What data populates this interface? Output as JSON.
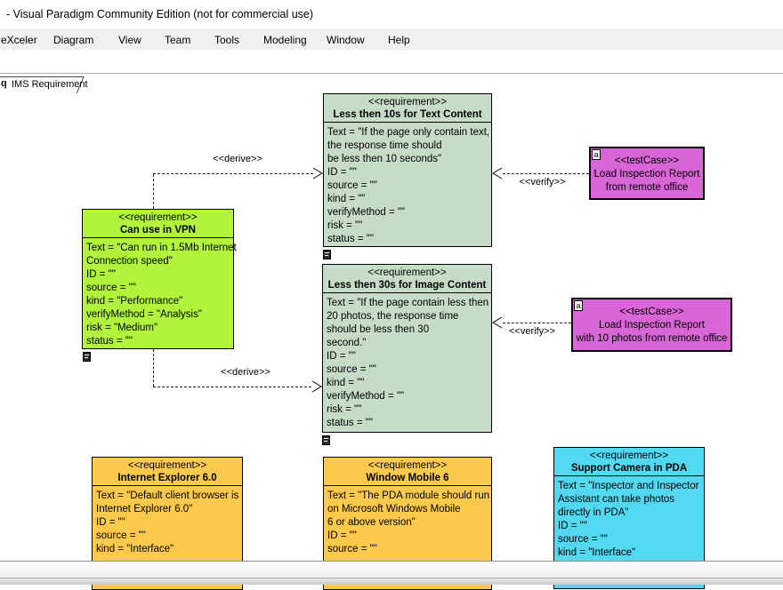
{
  "window": {
    "title": "- Visual Paradigm Community Edition (not for commercial use)"
  },
  "menu": {
    "items": [
      "eXceler",
      "Diagram",
      "View",
      "Team",
      "Tools",
      "Modeling",
      "Window",
      "Help"
    ]
  },
  "tab": {
    "icon": "q",
    "label": "IMS Requirement"
  },
  "colors": {
    "requirement_green": "#c6dcc6",
    "requirement_chartreuse": "#b2f43c",
    "requirement_yellow": "#fbca4d",
    "requirement_cyan": "#52d8f0",
    "testcase_magenta": "#d966d6"
  },
  "diagram": {
    "nodes": [
      {
        "stereotype": "<<requirement>>",
        "title": "Less then 10s for Text Content",
        "body": "Text = \"If the page only contain text,\nthe response time should\nbe less then 10 seconds\"\nID = \"\"\nsource = \"\"\nkind = \"\"\nverifyMethod = \"\"\nrisk = \"\"\nstatus = \"\""
      },
      {
        "stereotype": "<<requirement>>",
        "title": "Can use in VPN",
        "body": "Text = \"Can run in 1.5Mb Internet\nConnection speed\"\nID = \"\"\nsource = \"\"\nkind = \"Performance\"\nverifyMethod = \"Analysis\"\nrisk = \"Medium\"\nstatus = \"\""
      },
      {
        "stereotype": "<<requirement>>",
        "title": "Less then 30s for Image Content",
        "body": "Text = \"If the page contain less then\n20 photos, the response time\nshould be less then 30\nsecond.\"\nID = \"\"\nsource = \"\"\nkind = \"\"\nverifyMethod = \"\"\nrisk = \"\"\nstatus = \"\""
      },
      {
        "stereotype": "<<requirement>>",
        "title": "Internet Explorer 6.0",
        "body": "Text = \"Default client browser is\nInternet Explorer 6.0\"\nID = \"\"\nsource = \"\"\nkind = \"Interface\""
      },
      {
        "stereotype": "<<requirement>>",
        "title": "Window Mobile 6",
        "body": "Text = \"The PDA module should run\non Microsoft Windows Mobile\n6 or above version\"\nID = \"\"\nsource = \"\""
      },
      {
        "stereotype": "<<requirement>>",
        "title": "Support Camera in PDA",
        "body": "Text = \"Inspector and Inspector\nAssistant can take photos\ndirectly in PDA\"\nID = \"\"\nsource = \"\"\nkind = \"Interface\""
      }
    ],
    "testcases": [
      {
        "badge": "a",
        "stereotype": "<<testCase>>",
        "text": "Load Inspection Report\nfrom remote office"
      },
      {
        "badge": "a",
        "stereotype": "<<testCase>>",
        "text": "Load Inspection Report\nwith 10 photos from remote office"
      }
    ],
    "connectors": [
      {
        "label": "<<derive>>"
      },
      {
        "label": "<<verify>>"
      },
      {
        "label": "<<derive>>"
      },
      {
        "label": "<<verify>>"
      }
    ]
  }
}
